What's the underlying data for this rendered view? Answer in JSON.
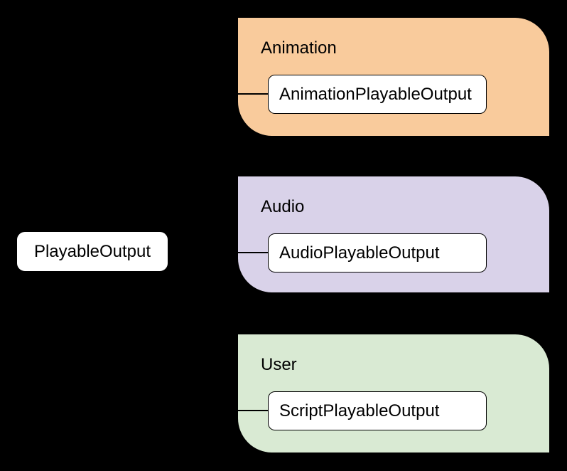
{
  "canvas": {
    "background_color": "#000000",
    "line_color": "#000000",
    "node_fill_color": "#ffffff",
    "text_color": "#000000"
  },
  "root_node": {
    "label": "PlayableOutput"
  },
  "groups": [
    {
      "label": "Animation",
      "color": "#F9CB9C",
      "child_label": "AnimationPlayableOutput"
    },
    {
      "label": "Audio",
      "color": "#D9D2E9",
      "child_label": "AudioPlayableOutput"
    },
    {
      "label": "User",
      "color": "#D9EAD3",
      "child_label": "ScriptPlayableOutput"
    }
  ]
}
